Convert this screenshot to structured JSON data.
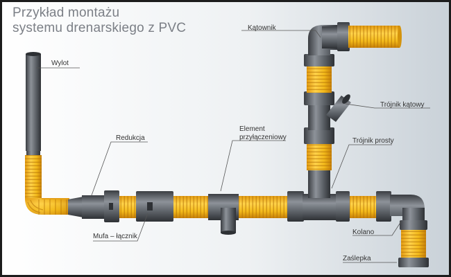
{
  "title": {
    "line1": "Przykład montażu",
    "line2": "systemu drenarskiego z PVC"
  },
  "labels": {
    "katownik": "Kątownik",
    "wylot": "Wylot",
    "trojnik_katowy": "Trójnik kątowy",
    "element": "Element",
    "przylaczeniowy": "przyłączeniowy",
    "redukcja": "Redukcja",
    "trojnik_prosty": "Trójnik prosty",
    "mufa": "Mufa – łącznik",
    "kolano": "Kolano",
    "zaslepka": "Zaślepka"
  },
  "colors": {
    "corrugated": "#f2b91a",
    "pvc_fitting": "#55595f",
    "background_tint": "#c9d1d8"
  }
}
